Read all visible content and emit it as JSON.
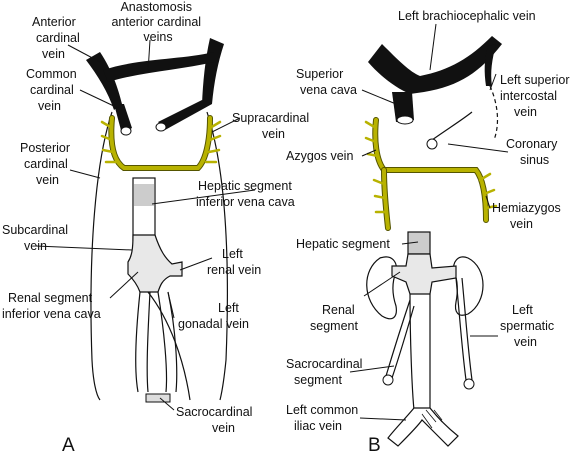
{
  "panel_a": {
    "letter": "A",
    "labels": {
      "anterior_cardinal": [
        "Anterior",
        "cardinal",
        "vein"
      ],
      "anastomosis": [
        "Anastomosis",
        "anterior cardinal",
        "veins"
      ],
      "common_cardinal": [
        "Common",
        "cardinal",
        "vein"
      ],
      "supracardinal": [
        "Supracardinal",
        "vein"
      ],
      "posterior_cardinal": [
        "Posterior",
        "cardinal",
        "vein"
      ],
      "hepatic_segment": [
        "Hepatic segment",
        "inferior vena cava"
      ],
      "subcardinal": [
        "Subcardinal",
        "vein"
      ],
      "left_renal": [
        "Left",
        "renal vein"
      ],
      "renal_segment": [
        "Renal segment",
        "inferior vena cava"
      ],
      "left_gonadal": [
        "Left",
        "gonadal vein"
      ],
      "sacrocardinal": [
        "Sacrocardinal",
        "vein"
      ]
    }
  },
  "panel_b": {
    "letter": "B",
    "labels": {
      "left_brachiocephalic": [
        "Left brachiocephalic vein"
      ],
      "superior_vena_cava": [
        "Superior",
        "vena cava"
      ],
      "left_superior_intercostal": [
        "Left superior",
        "intercostal",
        "vein"
      ],
      "coronary_sinus": [
        "Coronary",
        "sinus"
      ],
      "azygos": [
        "Azygos vein"
      ],
      "hemiazygos": [
        "Hemiazygos",
        "vein"
      ],
      "hepatic_segment": [
        "Hepatic segment"
      ],
      "renal_segment": [
        "Renal",
        "segment"
      ],
      "left_spermatic": [
        "Left",
        "spermatic",
        "vein"
      ],
      "sacrocardinal_segment": [
        "Sacrocardinal",
        "segment"
      ],
      "left_common_iliac": [
        "Left common",
        "iliac vein"
      ]
    }
  },
  "colors": {
    "supracardinal_system": "#b8b200",
    "outline": "#111111",
    "shading": "#e8e8e8"
  }
}
